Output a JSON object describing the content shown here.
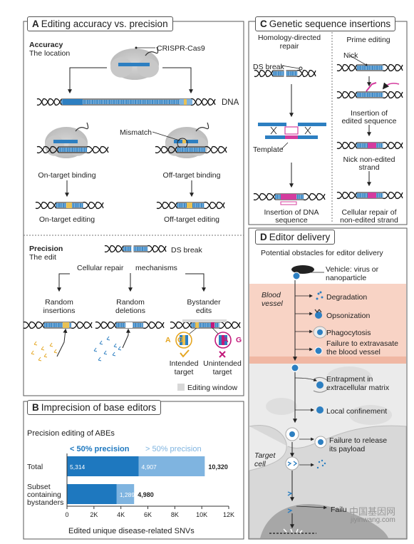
{
  "panels": {
    "A": {
      "letter": "A",
      "title": "Editing accuracy vs. precision"
    },
    "B": {
      "letter": "B",
      "title": "Imprecision of base editors"
    },
    "C": {
      "letter": "C",
      "title": "Genetic sequence insertions"
    },
    "D": {
      "letter": "D",
      "title": "Editor delivery"
    }
  },
  "accuracy": {
    "heading": "Accuracy",
    "sub": "The location",
    "crispr_label": "CRISPR-Cas9",
    "dna_label": "DNA",
    "mismatch_label": "Mismatch",
    "on_binding": "On-target binding",
    "off_binding": "Off-target binding",
    "on_editing": "On-target editing",
    "off_editing": "Off-target editing"
  },
  "precision": {
    "heading": "Precision",
    "sub": "The edit",
    "ds_break": "DS break",
    "cellular_repair": "Cellular repair",
    "mechanisms": "mechanisms",
    "random_ins_1": "Random",
    "random_ins_2": "insertions",
    "random_del_1": "Random",
    "random_del_2": "deletions",
    "bystander_1": "Bystander",
    "bystander_2": "edits",
    "intended_1": "Intended",
    "intended_2": "target",
    "unintended_1": "Unintended",
    "unintended_2": "target",
    "base_a": "A",
    "base_g": "G",
    "window_legend": "Editing window"
  },
  "insertions": {
    "hdr_1": "Homology-directed",
    "hdr_2": "repair",
    "prime": "Prime editing",
    "ds_break": "DS break",
    "template": "Template",
    "insertion_dna_1": "Insertion of DNA",
    "insertion_dna_2": "sequence",
    "nick": "Nick",
    "ins_edited_1": "Insertion of",
    "ins_edited_2": "edited sequence",
    "nick_non_1": "Nick non-edited",
    "nick_non_2": "strand",
    "cell_repair_1": "Cellular repair of",
    "cell_repair_2": "non-edited strand"
  },
  "delivery": {
    "obstacles": "Potential obstacles for editor delivery",
    "vehicle_1": "Vehicle: virus or",
    "vehicle_2": "nanoparticle",
    "blood_1": "Blood",
    "blood_2": "vessel",
    "degradation": "Degradation",
    "opsonization": "Opsonization",
    "phagocytosis": "Phagocytosis",
    "extravasate_1": "Failure to extravasate",
    "extravasate_2": "the blood vessel",
    "entrap_1": "Entrapment in",
    "entrap_2": "extracellular matrix",
    "local": "Local confinement",
    "target_1": "Target",
    "target_2": "cell",
    "release_1": "Failure to release",
    "release_2": "its payload",
    "fail_short": "Failu"
  },
  "watermark": {
    "line1": "中国基因网",
    "line2": "jiyinwang.com"
  },
  "chart_data": {
    "type": "bar",
    "stacked": true,
    "orientation": "horizontal",
    "title": "Precision editing of ABEs",
    "xlabel": "Edited unique disease-related SNVs",
    "categories": [
      "Total",
      "Subset containing bystanders"
    ],
    "category_lines": [
      [
        "Total"
      ],
      [
        "Subset",
        "containing",
        "bystanders"
      ]
    ],
    "series": [
      {
        "name": "< 50% precision",
        "color": "#1e78bf",
        "values": [
          5314,
          3691
        ]
      },
      {
        "name": "> 50% precision",
        "color": "#7fb4e0",
        "values": [
          4907,
          1289
        ]
      }
    ],
    "segment_labels": [
      [
        "5,314",
        "4,907"
      ],
      [
        "",
        "1,289"
      ]
    ],
    "totals": [
      "10,320",
      "4,980"
    ],
    "xlim": [
      0,
      12000
    ],
    "xticks": [
      0,
      2000,
      4000,
      6000,
      8000,
      10000,
      12000
    ],
    "xtick_labels": [
      "0",
      "2K",
      "4K",
      "6K",
      "8K",
      "10K",
      "12K"
    ],
    "grid": false
  }
}
